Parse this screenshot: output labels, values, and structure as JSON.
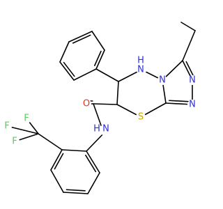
{
  "molecule": {
    "atom_labels": {
      "N_triazole_top": "N",
      "N_triazole_right": "N",
      "N_fused": "N",
      "NH_ring_N": "N",
      "NH_ring_H": "H",
      "S_ring": "S",
      "O_carbonyl": "O",
      "NH_amide_N": "N",
      "NH_amide_H": "H",
      "F_top": "F",
      "F_left": "F",
      "F_bottom": "F"
    },
    "colors": {
      "carbon": "#000000",
      "nitrogen": "#2f2fdc",
      "oxygen": "#e8341c",
      "sulfur": "#c8a800",
      "fluorine": "#5ec95e"
    }
  }
}
